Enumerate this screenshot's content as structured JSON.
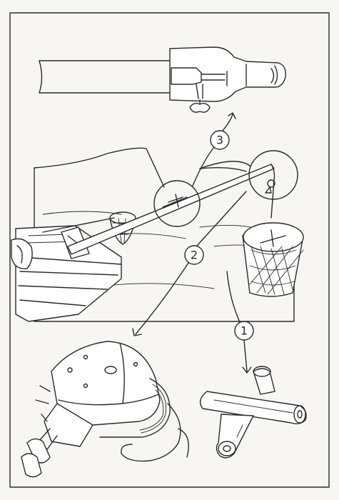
{
  "callouts": [
    {
      "id": "c1",
      "label": "1"
    },
    {
      "id": "c2",
      "label": "2"
    },
    {
      "id": "c3",
      "label": "3"
    }
  ],
  "colors": {
    "ink": "#2a2a2a",
    "paper": "#f7f6f2"
  }
}
